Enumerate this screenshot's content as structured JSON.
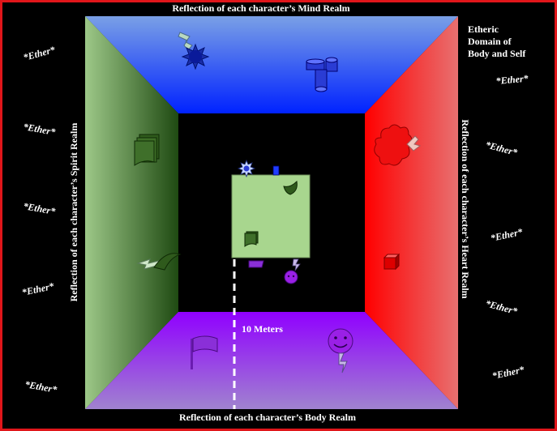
{
  "labels": {
    "top": "Reflection of each character’s Mind Realm",
    "bottom": "Reflection of each character’s Body Realm",
    "left": "Reflection of each character’s Spirit Realm",
    "right": "Reflection of each character’s Heart Realm",
    "corner_line1": "Etheric",
    "corner_line2": "Domain of",
    "corner_line3": "Body and Self",
    "measure": "10 Meters"
  },
  "ether": [
    "*Ether*",
    "*Ether*",
    "*Ether*",
    "*Ether*",
    "*Ether*",
    "*Ether*",
    "*Ether*",
    "*Ether*",
    "*Ether*",
    "*Ether*"
  ],
  "colors": {
    "frame": "#e0161a",
    "background": "#000000",
    "mind": "#1f4cff",
    "body": "#9b1cff",
    "spirit": "#5f8f3a",
    "heart": "#ff1c1c",
    "cube": "#a8d68e"
  },
  "icons": [
    "sun-icon",
    "cylinders-icon",
    "books-icon",
    "horn-icon",
    "brain-icon",
    "cube-icon",
    "flag-icon",
    "smiley-face-icon",
    "lightning-icon"
  ]
}
